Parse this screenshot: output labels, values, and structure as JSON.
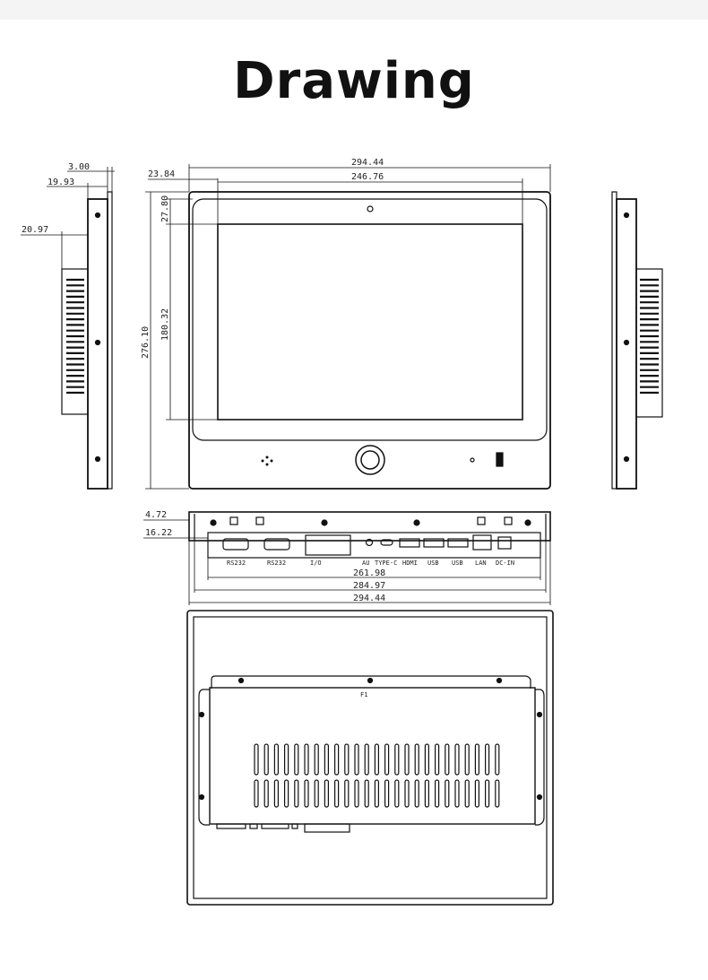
{
  "title": "Drawing",
  "dimensions": {
    "side_thickness": "3.00",
    "side_depth": "19.93",
    "side_box": "20.97",
    "bezel_side": "23.84",
    "overall_width": "294.44",
    "screen_width": "246.76",
    "bezel_top": "27.80",
    "screen_height": "180.32",
    "overall_height": "276.10",
    "bottom_offset_1": "4.72",
    "bottom_offset_2": "16.22",
    "port_span": "261.98",
    "box_width": "284.97",
    "bottom_overall_width": "294.44"
  },
  "ports": [
    "RS232",
    "RS232",
    "I/O",
    "AU",
    "TYPE-C",
    "HDMI",
    "USB",
    "USB",
    "LAN",
    "DC-IN"
  ],
  "back_label": "F1",
  "colors": {
    "line": "#111111",
    "background": "#ffffff"
  }
}
